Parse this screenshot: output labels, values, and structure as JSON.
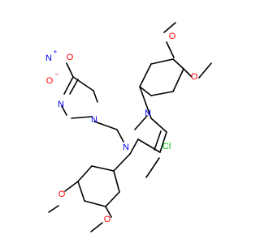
{
  "atoms": {
    "O_top": {
      "text": "O",
      "color": "#ff0000"
    },
    "O_right": {
      "text": "O",
      "color": "#ff0000"
    },
    "O_bottom_left": {
      "text": "O",
      "color": "#ff0000"
    },
    "O_bottom": {
      "text": "O",
      "color": "#ff0000"
    },
    "O_nitro1": {
      "text": "O",
      "color": "#ff0000"
    },
    "O_nitro2": {
      "text": "O",
      "color": "#ff0000"
    },
    "N_nitro": {
      "text": "N",
      "color": "#0000ff"
    },
    "N_pz1_a": {
      "text": "N",
      "color": "#0000ff"
    },
    "N_pz1_b": {
      "text": "N",
      "color": "#0000ff"
    },
    "N_pz2_a": {
      "text": "N",
      "color": "#0000ff"
    },
    "N_pz2_b": {
      "text": "N",
      "color": "#0000ff"
    },
    "Cl": {
      "text": "Cl",
      "color": "#00c000"
    },
    "plus": {
      "text": "+",
      "color": "#0000ff"
    },
    "minus": {
      "text": "−",
      "color": "#ff0000"
    }
  },
  "colors": {
    "bond": "#000000",
    "oxygen": "#ff0000",
    "nitrogen": "#0000ff",
    "chlorine": "#00c000",
    "background": "#ffffff"
  }
}
